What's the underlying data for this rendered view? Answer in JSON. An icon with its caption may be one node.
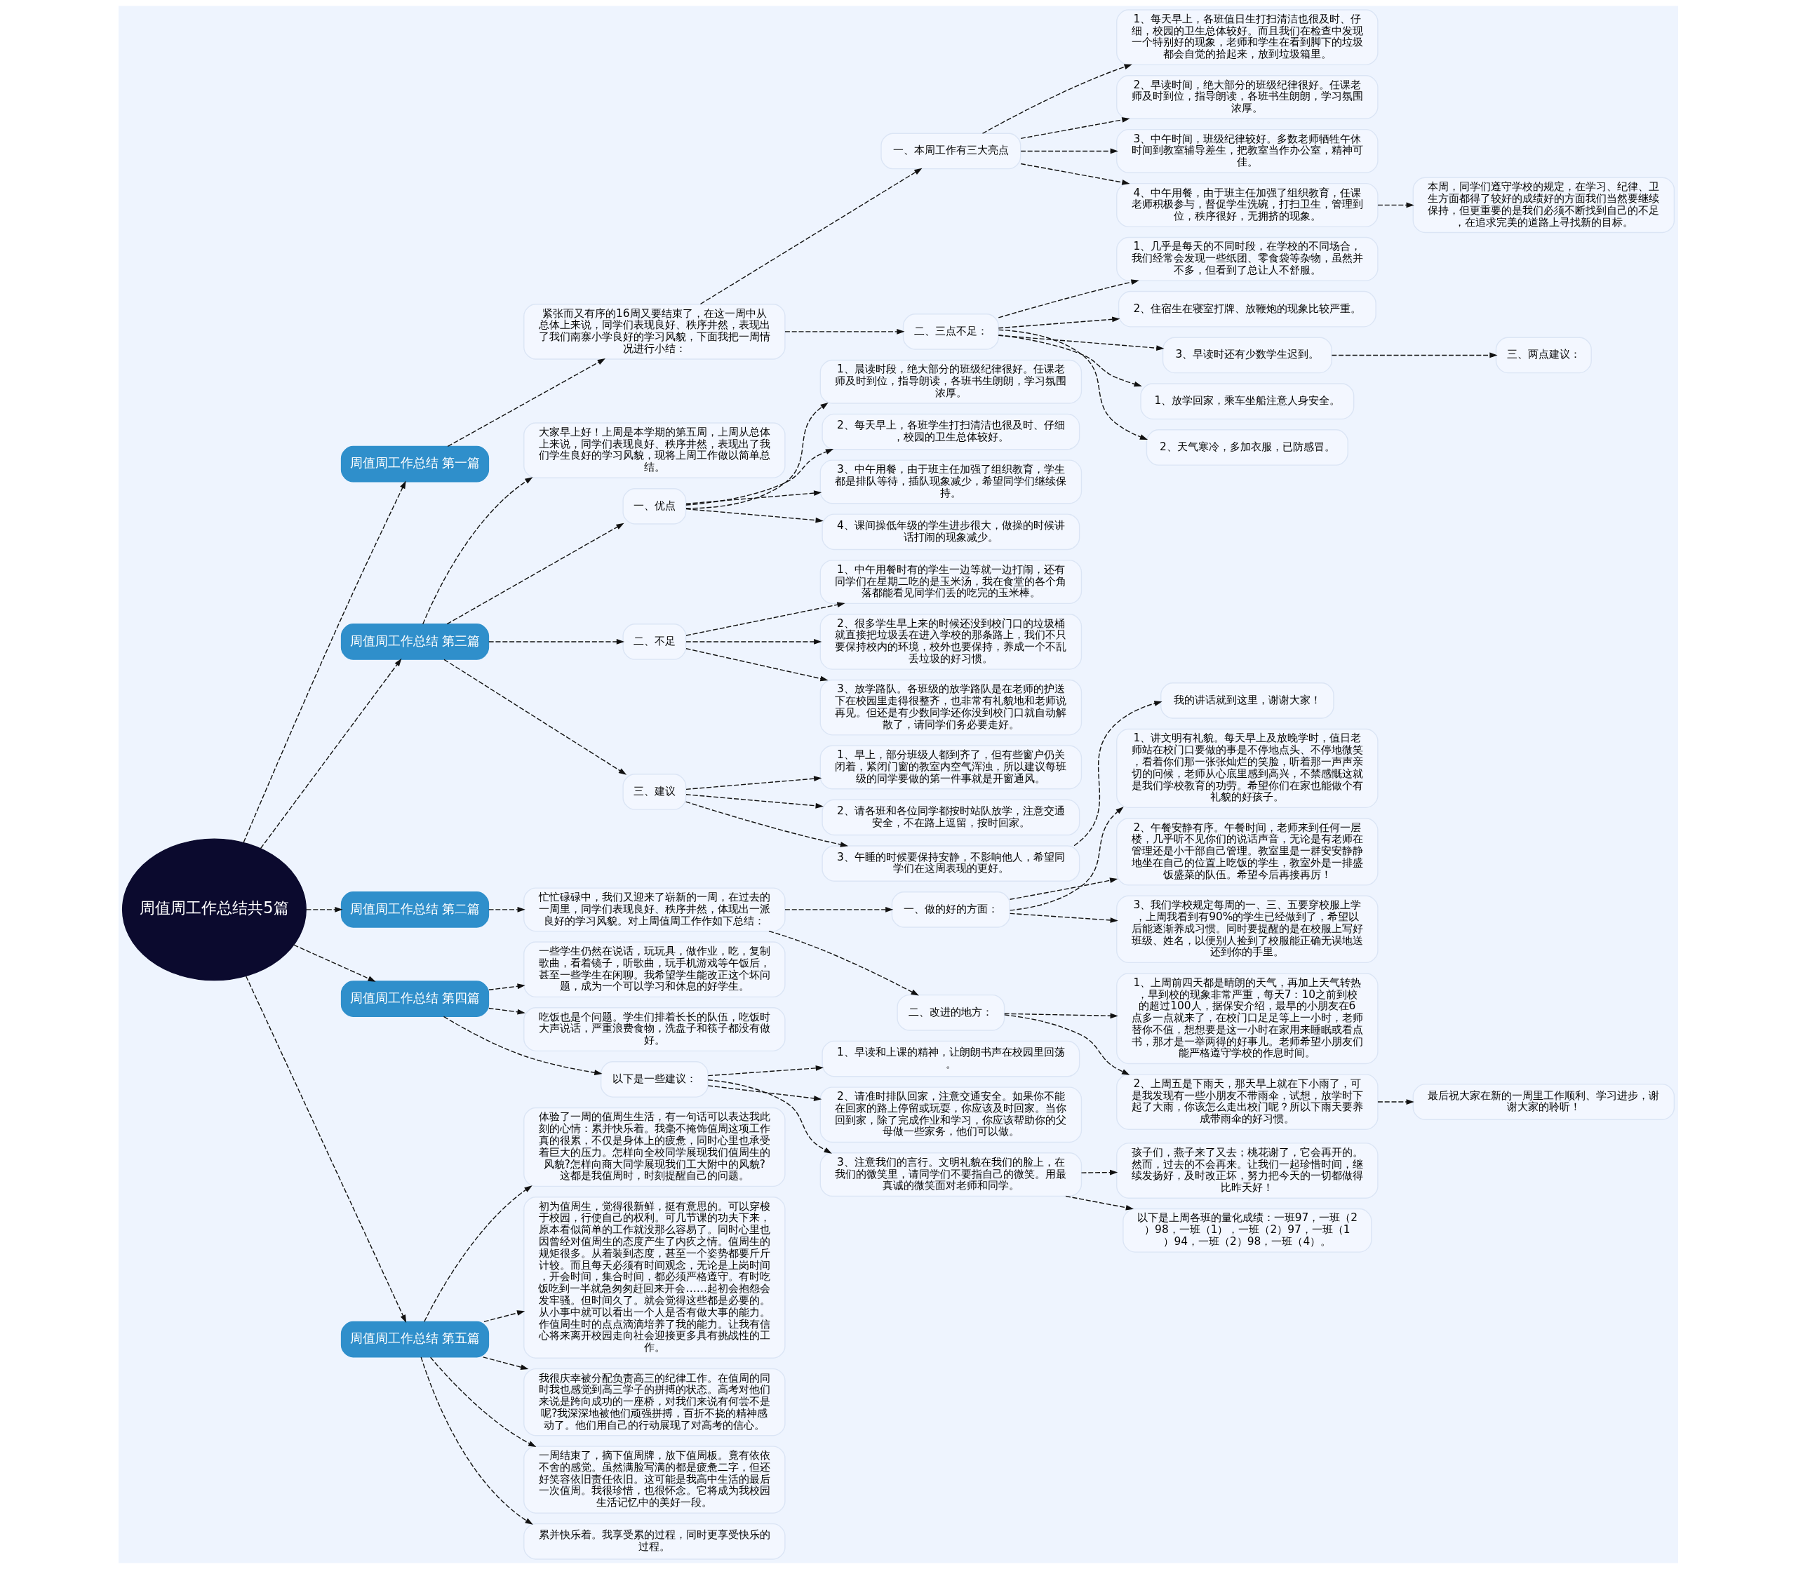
{
  "diagram": {
    "nodes": [
      {
        "text": [
          "周值周工作总结共5篇"
        ]
      },
      {
        "text": [
          "周值周工作总结 第一篇"
        ]
      },
      {
        "text": [
          "紧张而又有序的16周又要结束了，在这一周中从总体上来说，同学们表现良好、秩序井然，表现出了我们南寨小学良好的学习风貌，下面我把一周情况进行小结："
        ]
      },
      {
        "text": [
          "一、本周工作有三大亮点"
        ]
      },
      {
        "text": [
          "1、每天早上，各班值日生打扫清洁也很及时、仔细，校园的卫生总体较好。而且我们在检查中发现一个特别好的现象，老师和学生在看到脚下的垃圾都会自觉的拾起来，放到垃圾箱里。"
        ]
      },
      {
        "text": [
          "2、早读时间，绝大部分的班级纪律很好。任课老师及时到位，指导朗读，各班书生朗朗，学习氛围浓厚。"
        ]
      },
      {
        "text": [
          "3、中午时间，班级纪律较好。多数老师牺牲午休时间到教室辅导差生，把教室当作办公室，精神可佳。"
        ]
      },
      {
        "text": [
          "4、中午用餐，由于班主任加强了组织教育，任课老师积极参与，督促学生洗碗，打扫卫生，管理到位，秩序很好，无拥挤的现象。"
        ]
      },
      {
        "text": [
          "本周，同学们遵守学校的规定，在学习、纪律、卫生方面都得了较好的成绩好的方面我们当然要继续保持，但更重要的是我们必须不断找到自己的不足，在追求完美的道路上寻找新的目标。"
        ]
      },
      {
        "text": [
          "二、三点不足："
        ]
      },
      {
        "text": [
          "1、几乎是每天的不同时段，在学校的不同场合，我们经常会发现一些纸团、零食袋等杂物，虽然并不多，但看到了总让人不舒服。"
        ]
      },
      {
        "text": [
          "2、住宿生在寝室打牌、放鞭炮的现象比较严重。"
        ]
      },
      {
        "text": [
          "3、早读时还有少数学生迟到。"
        ]
      },
      {
        "text": [
          "三、两点建议："
        ]
      },
      {
        "text": [
          "1、放学回家，乘车坐船注意人身安全。"
        ]
      },
      {
        "text": [
          "2、天气寒冷，多加衣服，已防感冒。"
        ]
      },
      {
        "text": [
          "周值周工作总结 第三篇"
        ]
      },
      {
        "text": [
          "大家早上好！上周是本学期的第五周，上周从总体上来说，同学们表现良好、秩序井然，表现出了我们学生良好的学习风貌，现将上周工作做以简单总结。"
        ]
      },
      {
        "text": [
          "一、优点"
        ]
      },
      {
        "text": [
          "1、晨读时段，绝大部分的班级纪律很好。任课老师及时到位，指导朗读，各班书生朗朗，学习氛围浓厚。"
        ]
      },
      {
        "text": [
          "2、每天早上，各班学生打扫清洁也很及时、仔细，校园的卫生总体较好。"
        ]
      },
      {
        "text": [
          "3、中午用餐，由于班主任加强了组织教育，学生都是排队等待，插队现象减少，希望同学们继续保持。"
        ]
      },
      {
        "text": [
          "4、课间操低年级的学生进步很大，做操的时候讲话打闹的现象减少。"
        ]
      },
      {
        "text": [
          "二、不足"
        ]
      },
      {
        "text": [
          "1、中午用餐时有的学生一边等就一边打闹，还有同学们在星期二吃的是玉米汤，我在食堂的各个角落都能看见同学们丢的吃完的玉米棒。"
        ]
      },
      {
        "text": [
          "2、很多学生早上来的时候还没到校门口的垃圾桶就直接把垃圾丢在进入学校的那条路上，我们不只要保持校内的环境，校外也要保持，养成一个不乱丢垃圾的好习惯。"
        ]
      },
      {
        "text": [
          "3、放学路队。各班级的放学路队是在老师的护送下在校园里走得很整齐，也非常有礼貌地和老师说再见。但还是有少数同学还你没到校门口就自动解散了，请同学们务必要走好。"
        ]
      },
      {
        "text": [
          "三、建议"
        ]
      },
      {
        "text": [
          "1、早上，部分班级人都到齐了，但有些窗户仍关闭着，紧闭门窗的教室内空气浑浊，所以建议每班级的同学要做的第一件事就是开窗通风。"
        ]
      },
      {
        "text": [
          "2、请各班和各位同学都按时站队放学，注意交通安全，不在路上逗留，按时回家。"
        ]
      },
      {
        "text": [
          "3、午睡的时候要保持安静，不影响他人，希望同学们在这周表现的更好。"
        ]
      },
      {
        "text": [
          "我的讲话就到这里，谢谢大家！"
        ]
      },
      {
        "text": [
          "周值周工作总结 第二篇"
        ]
      },
      {
        "text": [
          "忙忙碌碌中，我们又迎来了崭新的一周，在过去的一周里，同学们表现良好、秩序井然，体现出一派良好的学习风貌。对上周值周工作作如下总结："
        ]
      },
      {
        "text": [
          "一、做的好的方面："
        ]
      },
      {
        "text": [
          "1、讲文明有礼貌。每天早上及放晚学时，值日老师站在校门口要做的事是不停地点头、不停地微笑，看着你们那一张张灿烂的笑脸，听着那一声声亲切的问候，老师从心底里感到高兴，不禁感慨这就是我们学校教育的功劳。希望你们在家也能做个有礼貌的好孩子。"
        ]
      },
      {
        "text": [
          "2、午餐安静有序。午餐时间，老师来到任何一层楼，几乎听不见你们的说话声音，无论是有老师在管理还是小干部自己管理。教室里是一群安安静静地坐在自己的位置上吃饭的学生，教室外是一排盛饭盛菜的队伍。希望今后再接再厉！"
        ]
      },
      {
        "text": [
          "3、我们学校规定每周的一、三、五要穿校服上学，上周我看到有90%的学生已经做到了，希望以后能逐渐养成习惯。同时要提醒的是在校服上写好班级、姓名，以便别人捡到了校服能正确无误地送还到你的手里。"
        ]
      },
      {
        "text": [
          "二、改进的地方："
        ]
      },
      {
        "text": [
          "1、上周前四天都是晴朗的天气，再加上天气转热，早到校的现象非常严重，每天7：10之前到校的超过100人，据保安介绍，最早的小朋友在6点多一点就来了，在校门口足足等上一小时，老师替你不值，想想要是这一小时在家用来睡眠或看点书，那才是一举两得的好事儿。老师希望小朋友们能严格遵守学校的作息时间。"
        ]
      },
      {
        "text": [
          "2、上周五是下雨天，那天早上就在下小雨了，可是我发现有一些小朋友不带雨伞，试想，放学时下起了大雨，你该怎么走出校门呢？所以下雨天要养成带雨伞的好习惯。"
        ]
      },
      {
        "text": [
          "最后祝大家在新的一周里工作顺利、学习进步，谢谢大家的聆听！"
        ]
      },
      {
        "text": [
          "周值周工作总结 第四篇"
        ]
      },
      {
        "text": [
          "一些学生仍然在说话，玩玩具，做作业，吃，复制歌曲，看着镜子，听歌曲，玩手机游戏等午饭后，甚至一些学生在闲聊。我希望学生能改正这个坏问题，成为一个可以学习和休息的好学生。"
        ]
      },
      {
        "text": [
          "吃饭也是个问题。学生们排着长长的队伍，吃饭时大声说话，严重浪费食物，洗盘子和筷子都没有做好。"
        ]
      },
      {
        "text": [
          "以下是一些建议："
        ]
      },
      {
        "text": [
          "1、早读和上课的精神，让朗朗书声在校园里回荡。"
        ]
      },
      {
        "text": [
          "2、请准时排队回家，注意交通安全。如果你不能在回家的路上停留或玩耍，你应该及时回家。当你回到家，除了完成作业和学习，你应该帮助你的父母做一些家务，他们可以做。"
        ]
      },
      {
        "text": [
          "3、注意我们的言行。文明礼貌在我们的脸上，在我们的微笑里，请同学们不要指自己的微笑。用最真诚的微笑面对老师和同学。"
        ]
      },
      {
        "text": [
          "孩子们，燕子来了又去；桃花谢了，它会再开的。然而，过去的不会再来。让我们一起珍惜时间，继续发扬好，及时改正坏，努力把今天的一切都做得比昨天好！"
        ]
      },
      {
        "text": [
          "以下是上周各班的量化成绩：一班97，一班（2）98，一班（1），一班（2）97，一班（1）94，一班（2）98，一班（4）。"
        ]
      },
      {
        "text": [
          "周值周工作总结 第五篇"
        ]
      },
      {
        "text": [
          "体验了一周的值周生生活，有一句话可以表达我此刻的心情：累并快乐着。我毫不掩饰值周这项工作真的很累，不仅是身体上的疲惫，同时心里也承受着巨大的压力。怎样向全校同学展现我们值周生的风貌?怎样向商大同学展现我们工大附中的风貌?这都是我值周时，时刻提醒自己的问题。"
        ]
      },
      {
        "text": [
          "初为值周生，觉得很新鲜，挺有意思的。可以穿梭于校园，行使自己的权利。可几节课的功夫下来，原本看似简单的工作就没那么容易了。同时心里也因曾经对值周生的态度产生了内疚之情。值周生的规矩很多。从着装到态度，甚至一个姿势都要斤斤计较。而且每天必须有时间观念，无论是上岗时间，开会时间，集合时间，都必须严格遵守。有时吃饭吃到一半就急匆匆赶回来开会……起初会抱怨会发牢骚。但时间久了。就会觉得这些都是必要的。从小事中就可以看出一个人是否有做大事的能力。作值周生时的点点滴滴培养了我的能力。让我有信心将来离开校园走向社会迎接更多具有挑战性的工作。"
        ]
      },
      {
        "text": [
          "我很庆幸被分配负责高三的纪律工作。在值周的同时我也感觉到高三学子的拼搏的状态。高考对他们来说是跨向成功的一座桥，对我们来说有何尝不是呢?我深深地被他们顽强拼搏，百折不挠的精神感动了。他们用自己的行动展现了对高考的信心。"
        ]
      },
      {
        "text": [
          "一周结束了，摘下值周牌，放下值周板。竟有依依不舍的感觉。虽然满脸写满的都是疲惫二字，但还好笑容依旧责任依旧。这可能是我高中生活的最后一次值周。我很珍惜，也很怀念。它将成为我校园生活记忆中的美好一段。"
        ]
      },
      {
        "text": [
          "累并快乐着。我享受累的过程，同时更享受快乐的过程。"
        ]
      }
    ],
    "edges": [
      {
        "from": 0,
        "to": 1,
        "arrow": "to",
        "style": "dashed"
      },
      {
        "from": 1,
        "to": 2,
        "arrow": "to",
        "style": "dashed"
      },
      {
        "from": 2,
        "to": 3,
        "arrow": "to",
        "style": "dashed"
      },
      {
        "from": 3,
        "to": 4,
        "arrow": "to",
        "style": "dashed"
      },
      {
        "from": 3,
        "to": 5,
        "arrow": "to",
        "style": "dashed"
      },
      {
        "from": 3,
        "to": 6,
        "arrow": "to",
        "style": "dashed"
      },
      {
        "from": 3,
        "to": 7,
        "arrow": "to",
        "style": "dashed"
      },
      {
        "from": 7,
        "to": 8,
        "arrow": "to",
        "style": "dashed"
      },
      {
        "from": 2,
        "to": 9,
        "arrow": "to",
        "style": "dashed"
      },
      {
        "from": 9,
        "to": 10,
        "arrow": "to",
        "style": "dashed"
      },
      {
        "from": 9,
        "to": 11,
        "arrow": "to",
        "style": "dashed"
      },
      {
        "from": 9,
        "to": 12,
        "arrow": "to",
        "style": "dashed"
      },
      {
        "from": 12,
        "to": 13,
        "arrow": "to",
        "style": "dashed"
      },
      {
        "from": 9,
        "to": 14,
        "arrow": "to",
        "style": "dashed"
      },
      {
        "from": 9,
        "to": 15,
        "arrow": "to",
        "style": "dashed"
      },
      {
        "from": 0,
        "to": 16,
        "arrow": "to",
        "style": "dashed"
      },
      {
        "from": 16,
        "to": 17,
        "arrow": "to",
        "style": "dashed"
      },
      {
        "from": 16,
        "to": 18,
        "arrow": "to",
        "style": "dashed"
      },
      {
        "from": 18,
        "to": 19,
        "arrow": "to",
        "style": "dashed"
      },
      {
        "from": 18,
        "to": 20,
        "arrow": "to",
        "style": "dashed"
      },
      {
        "from": 18,
        "to": 21,
        "arrow": "to",
        "style": "dashed"
      },
      {
        "from": 18,
        "to": 22,
        "arrow": "to",
        "style": "dashed"
      },
      {
        "from": 16,
        "to": 23,
        "arrow": "to",
        "style": "dashed"
      },
      {
        "from": 23,
        "to": 24,
        "arrow": "to",
        "style": "dashed"
      },
      {
        "from": 23,
        "to": 25,
        "arrow": "to",
        "style": "dashed"
      },
      {
        "from": 23,
        "to": 26,
        "arrow": "to",
        "style": "dashed"
      },
      {
        "from": 16,
        "to": 27,
        "arrow": "to",
        "style": "dashed"
      },
      {
        "from": 27,
        "to": 28,
        "arrow": "to",
        "style": "dashed"
      },
      {
        "from": 27,
        "to": 29,
        "arrow": "to",
        "style": "dashed"
      },
      {
        "from": 27,
        "to": 30,
        "arrow": "to",
        "style": "dashed"
      },
      {
        "from": 30,
        "to": 31,
        "arrow": "to",
        "style": "dashed"
      },
      {
        "from": 0,
        "to": 32,
        "arrow": "to",
        "style": "dashed"
      },
      {
        "from": 32,
        "to": 33,
        "arrow": "to",
        "style": "dashed"
      },
      {
        "from": 33,
        "to": 34,
        "arrow": "to",
        "style": "dashed"
      },
      {
        "from": 34,
        "to": 35,
        "arrow": "to",
        "style": "dashed"
      },
      {
        "from": 34,
        "to": 36,
        "arrow": "to",
        "style": "dashed"
      },
      {
        "from": 34,
        "to": 37,
        "arrow": "to",
        "style": "dashed"
      },
      {
        "from": 33,
        "to": 38,
        "arrow": "to",
        "style": "dashed"
      },
      {
        "from": 38,
        "to": 39,
        "arrow": "to",
        "style": "dashed"
      },
      {
        "from": 38,
        "to": 40,
        "arrow": "to",
        "style": "dashed"
      },
      {
        "from": 40,
        "to": 41,
        "arrow": "to",
        "style": "dashed"
      },
      {
        "from": 0,
        "to": 42,
        "arrow": "to",
        "style": "dashed"
      },
      {
        "from": 42,
        "to": 43,
        "arrow": "to",
        "style": "dashed"
      },
      {
        "from": 42,
        "to": 44,
        "arrow": "to",
        "style": "dashed"
      },
      {
        "from": 42,
        "to": 45,
        "arrow": "to",
        "style": "dashed"
      },
      {
        "from": 45,
        "to": 46,
        "arrow": "to",
        "style": "dashed"
      },
      {
        "from": 45,
        "to": 47,
        "arrow": "to",
        "style": "dashed"
      },
      {
        "from": 45,
        "to": 48,
        "arrow": "to",
        "style": "dashed"
      },
      {
        "from": 48,
        "to": 49,
        "arrow": "to",
        "style": "dashed"
      },
      {
        "from": 48,
        "to": 50,
        "arrow": "to",
        "style": "dashed"
      },
      {
        "from": 0,
        "to": 51,
        "arrow": "to",
        "style": "dashed"
      },
      {
        "from": 51,
        "to": 52,
        "arrow": "to",
        "style": "dashed"
      },
      {
        "from": 51,
        "to": 53,
        "arrow": "to",
        "style": "dashed"
      },
      {
        "from": 51,
        "to": 54,
        "arrow": "to",
        "style": "dashed"
      },
      {
        "from": 51,
        "to": 55,
        "arrow": "to",
        "style": "dashed"
      },
      {
        "from": 51,
        "to": 56,
        "arrow": "to",
        "style": "dashed"
      }
    ]
  }
}
